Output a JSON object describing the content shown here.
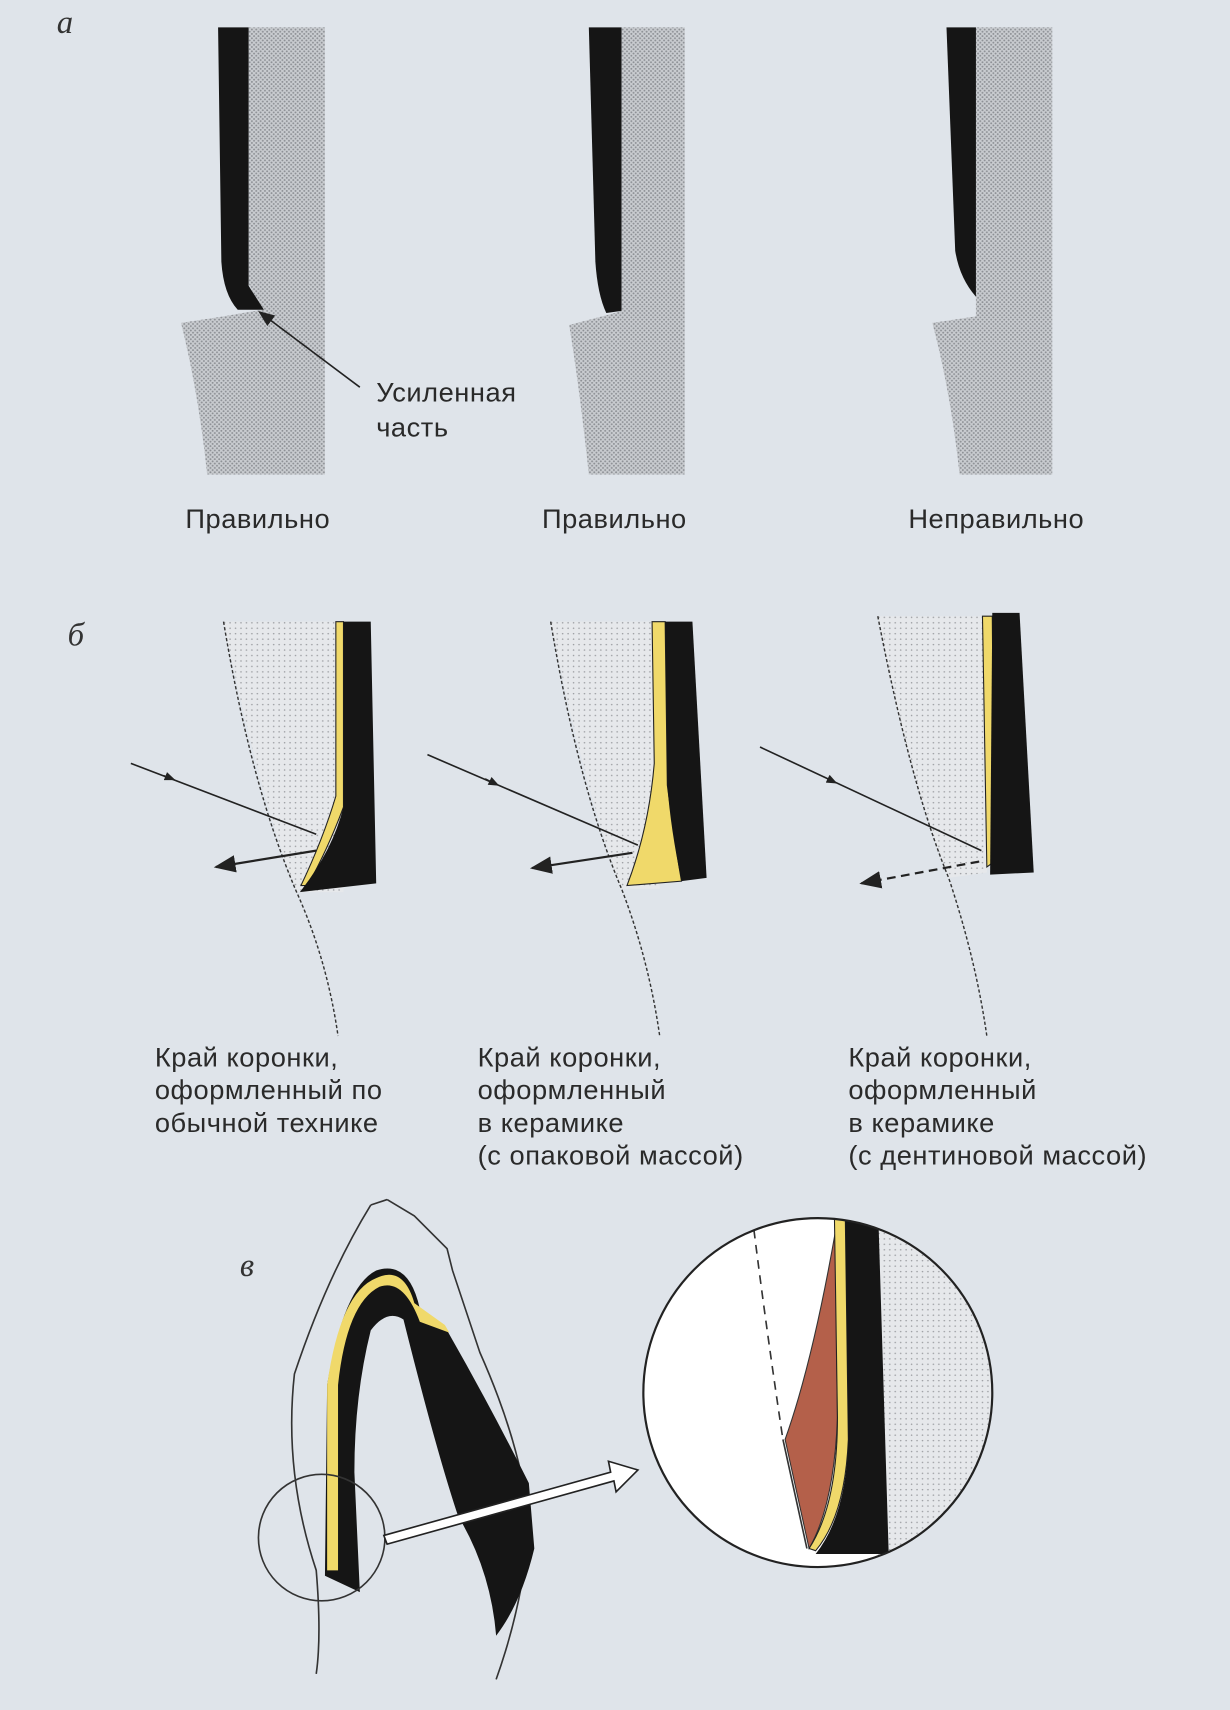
{
  "panel_a": {
    "letter": "а",
    "annotation": [
      "Усиленная",
      "часть"
    ],
    "captions": [
      "Правильно",
      "Правильно",
      "Неправильно"
    ]
  },
  "panel_b": {
    "letter": "б",
    "captions": [
      [
        "Край коронки,",
        "оформленный по",
        "обычной технике"
      ],
      [
        "Край коронки,",
        "оформленный",
        "в керамике",
        "(с опаковой массой)"
      ],
      [
        "Край коронки,",
        "оформленный",
        "в керамике",
        "(с дентиновой массой)"
      ]
    ]
  },
  "panel_c": {
    "letter": "в"
  },
  "colors": {
    "background": "#dfe4ea",
    "metal": "#151515",
    "tooth": "#b9bcc0",
    "opaque": "#f0d96a",
    "dentin": "#b4604a"
  }
}
